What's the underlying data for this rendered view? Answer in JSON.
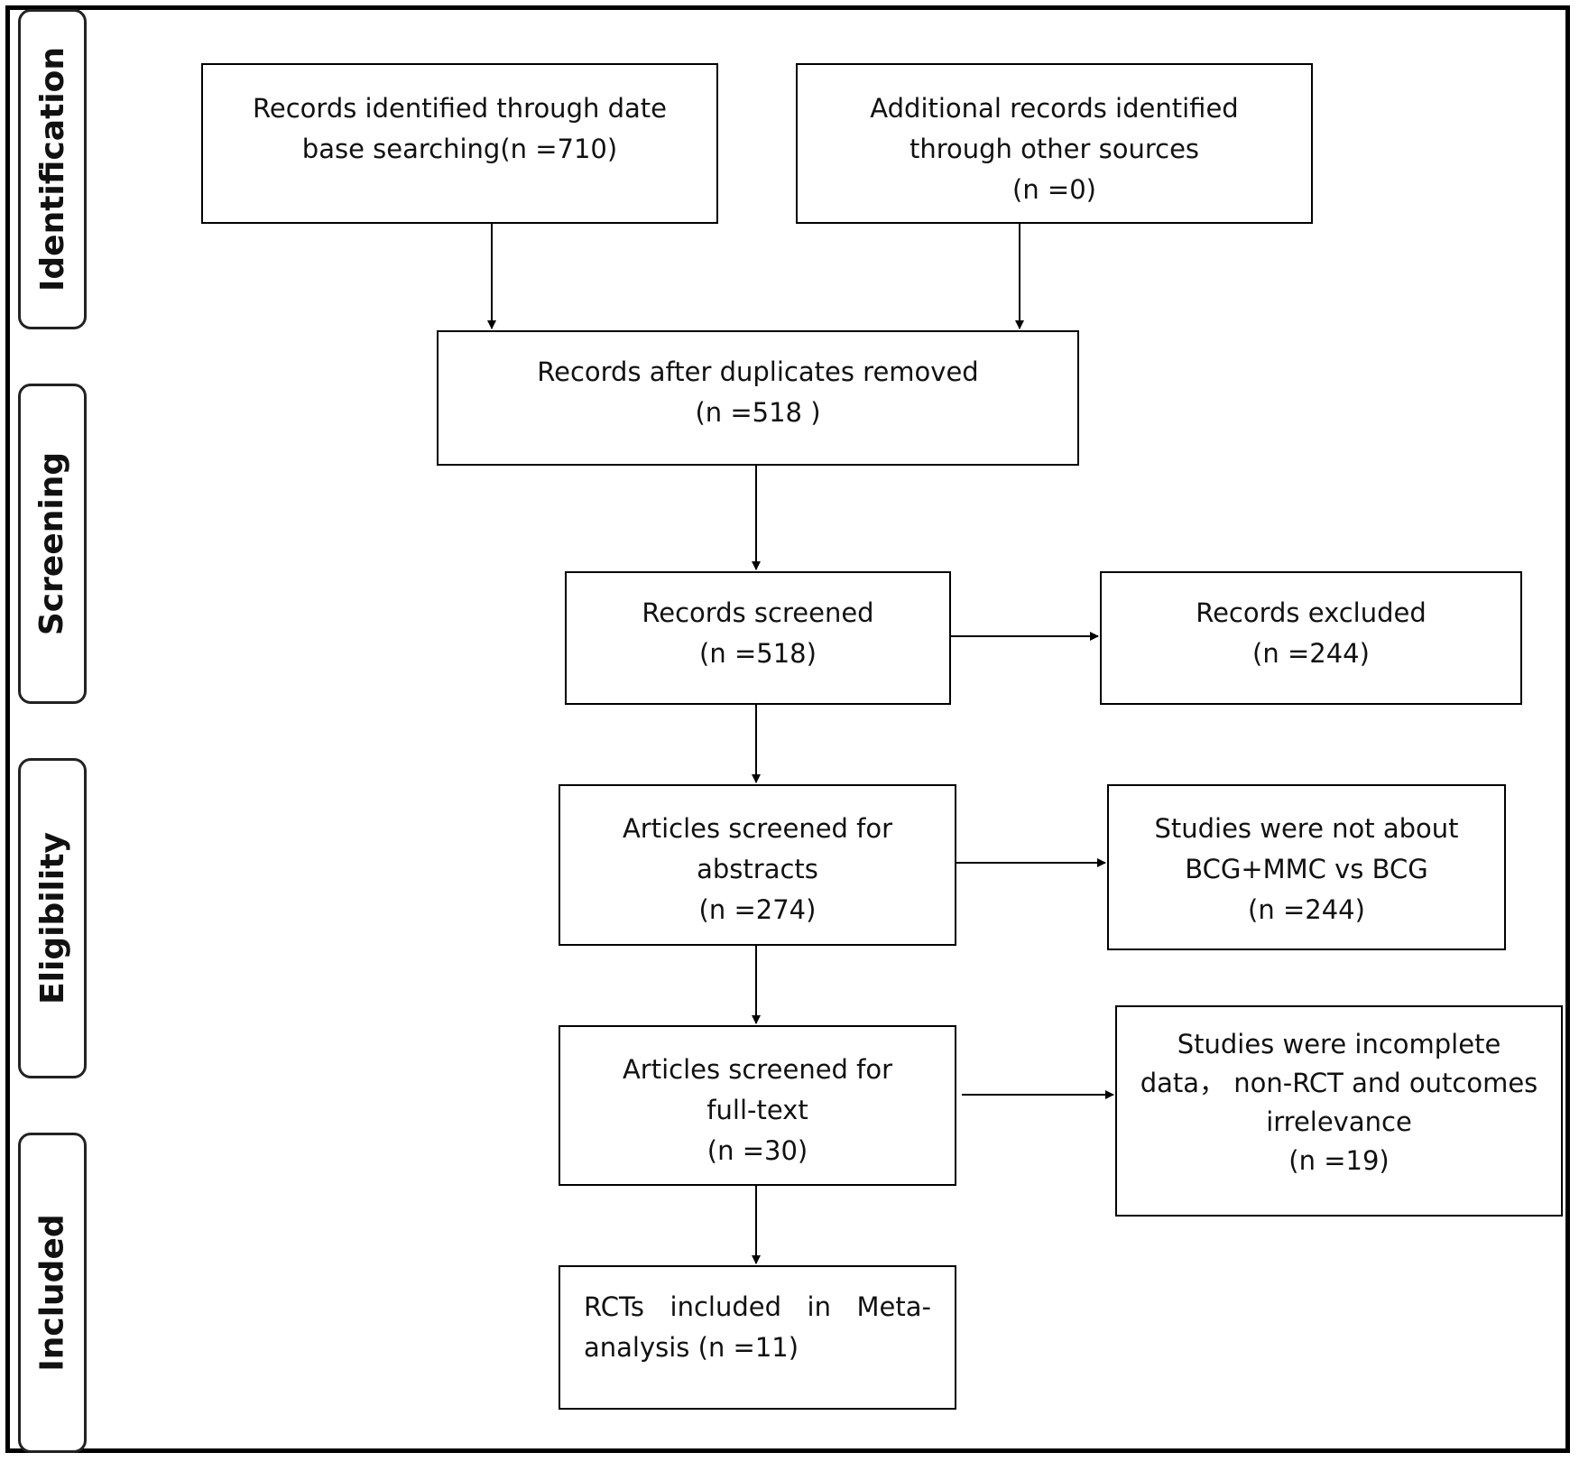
{
  "stages": {
    "identification": "Identification",
    "screening": "Screening",
    "eligibility": "Eligibility",
    "included": "Included"
  },
  "boxes": {
    "database_records": {
      "line1": "Records identified through date",
      "line2": "base searching(n =710)"
    },
    "other_sources": {
      "line1": "Additional records identified",
      "line2": "through other sources",
      "line3": "(n =0)"
    },
    "after_duplicates": {
      "line1": "Records after duplicates removed",
      "line2": "(n =518 )"
    },
    "screened": {
      "line1": "Records screened",
      "line2": "(n =518)"
    },
    "excluded": {
      "line1": "Records excluded",
      "line2": "(n =244)"
    },
    "abstracts": {
      "line1": "Articles screened for",
      "line2": "abstracts",
      "line3": "(n =274)"
    },
    "not_about": {
      "line1": "Studies were not about",
      "line2": "BCG+MMC vs BCG",
      "line3": "(n =244)"
    },
    "fulltext": {
      "line1": "Articles screened for",
      "line2": "full-text",
      "line3": "(n =30)"
    },
    "incomplete": {
      "line1": "Studies were incomplete",
      "line2": "data， non-RCT and outcomes",
      "line3": "irrelevance",
      "line4": "(n =19)"
    },
    "included_rcts": {
      "text": "RCTs included in Meta-analysis (n =11)"
    }
  }
}
